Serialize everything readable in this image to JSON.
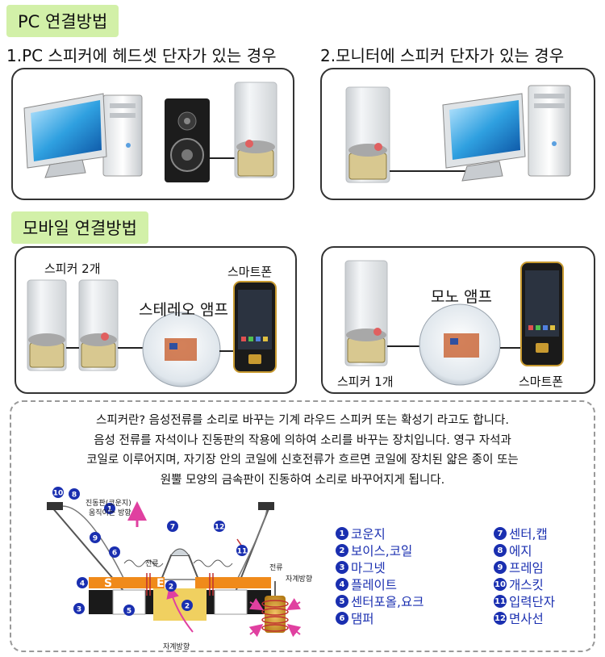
{
  "pc_section": {
    "title": "PC 연결방법",
    "case1": "1.PC 스피커에  헤드셋 단자가 있는 경우",
    "case2": "2.모니터에 스피커 단자가 있는 경우"
  },
  "mobile_section": {
    "title": "모바일 연결방법",
    "stereo": {
      "speakers_label": "스피커 2개",
      "amp_label": "스테레오 앰프",
      "phone_label": "스마트폰"
    },
    "mono": {
      "speaker_label": "스피커 1개",
      "amp_label": "모노 앰프",
      "phone_label": "스마트폰"
    }
  },
  "explanation": {
    "lines": [
      "스피커란? 음성전류를 소리로 바꾸는 기계 라우드 스피커 또는 확성기 라고도 합니다.",
      "음성 전류를 자석이나 진동판의 작용에 의하여 소리를 바꾸는 장치입니다. 영구 자석과",
      "코일로 이루어지며, 자기장 안의 코일에 신호전류가 흐르면 코일에 장치된 얇은 종이 또는",
      "원뿔 모양의 금속판이 진동하여 소리로 바꾸어지게 됩니다."
    ]
  },
  "diagram": {
    "vibration_label_1": "진동판(코운지)",
    "vibration_label_2": "움직이는 방향",
    "current_label": "전류",
    "magnet_dir_label": "자계방향",
    "coil_current_label": "전류",
    "coil_magnet_label": "자계방향",
    "magnet_s": "S",
    "magnet_e": "E",
    "callouts": [
      "10",
      "8",
      "1",
      "9",
      "7",
      "12",
      "6",
      "11",
      "4",
      "2",
      "3",
      "5",
      "2"
    ]
  },
  "legend": [
    {
      "num": "1",
      "label": "코운지"
    },
    {
      "num": "2",
      "label": "보이스,코일"
    },
    {
      "num": "3",
      "label": "마그넷"
    },
    {
      "num": "4",
      "label": "플레이트"
    },
    {
      "num": "5",
      "label": "센터포올,요크"
    },
    {
      "num": "6",
      "label": "댐퍼"
    },
    {
      "num": "7",
      "label": "센터,캡"
    },
    {
      "num": "8",
      "label": "에지"
    },
    {
      "num": "9",
      "label": "프레임"
    },
    {
      "num": "10",
      "label": "개스킷"
    },
    {
      "num": "11",
      "label": "입력단자"
    },
    {
      "num": "12",
      "label": "면사선"
    }
  ],
  "colors": {
    "header_bg": "#d2f0a8",
    "legend_blue": "#1a2fb0",
    "magnet_orange": "#f08a1a",
    "arrow_pink": "#e040a0"
  }
}
